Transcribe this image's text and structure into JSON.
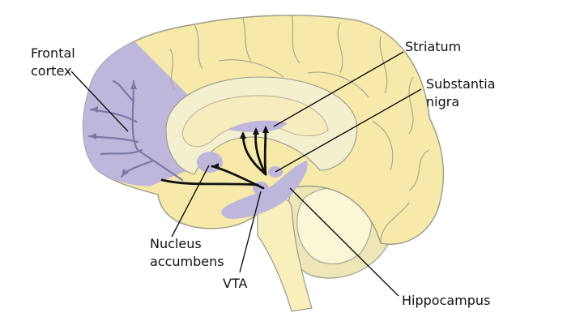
{
  "labels": {
    "frontal_cortex": [
      "Frontal",
      "cortex"
    ],
    "striatum": "Striatum",
    "substantia_nigra": [
      "Substantia",
      "nigra"
    ],
    "nucleus_accumbens": [
      "Nucleus",
      "accumbens"
    ],
    "vta": "VTA",
    "hippocampus": "Hippocampus"
  },
  "colors": {
    "cortex": "#f7e9a9",
    "cortex_outline": "#9a9a8a",
    "inner": "#f3efcf",
    "brainstem": "#f9efbd",
    "cerebellum_outer": "#ece6b8",
    "cerebellum_inner": "#fbf6d6",
    "dopamine_region": "#bfb6dc",
    "pathway": "#111111",
    "frontal_branch": "#7a78a6"
  }
}
